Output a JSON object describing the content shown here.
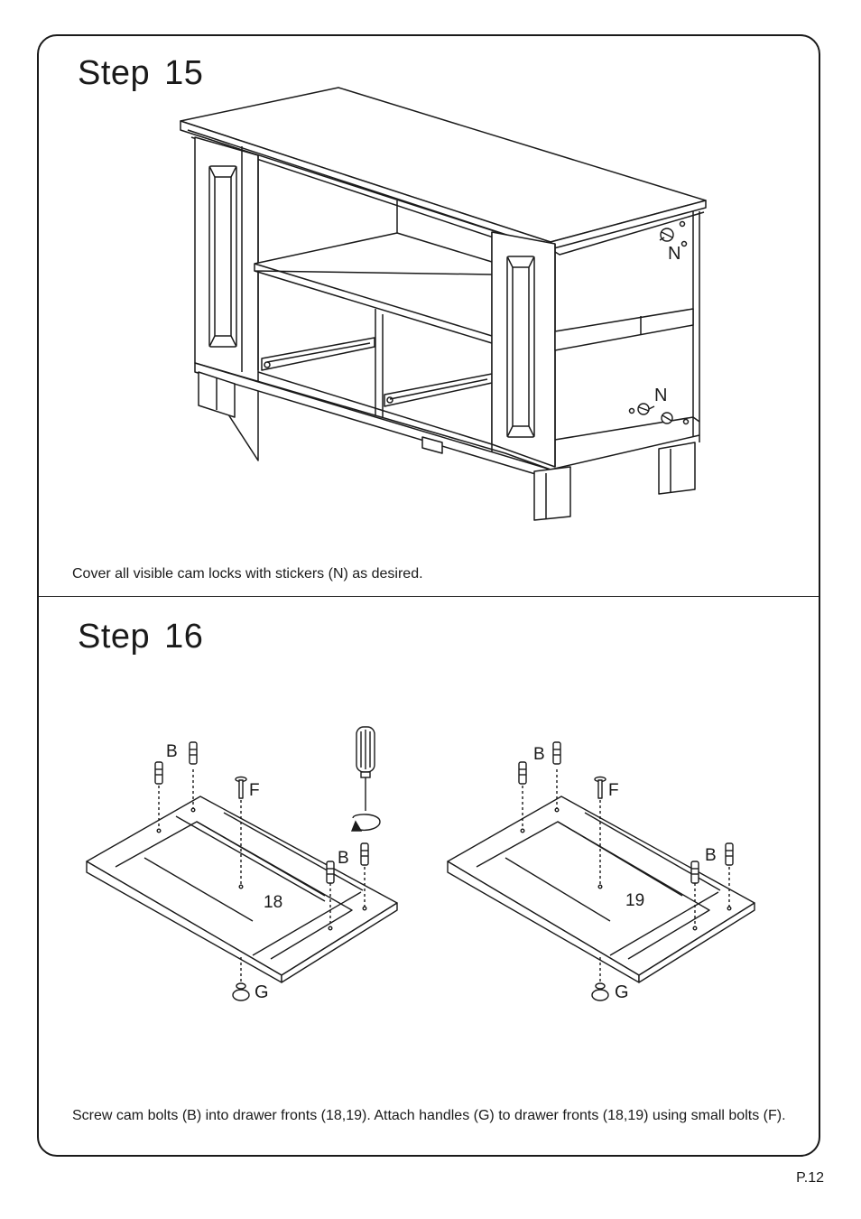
{
  "step15": {
    "title_word": "Step",
    "title_number": "15",
    "label_n_top": "N",
    "label_n_bottom": "N",
    "caption": "Cover all visible cam locks with stickers (N) as desired."
  },
  "step16": {
    "title_word": "Step",
    "title_number": "16",
    "left": {
      "label_b_top": "B",
      "label_f": "F",
      "label_b_side": "B",
      "part_number": "18",
      "label_g": "G"
    },
    "right": {
      "label_b_top": "B",
      "label_f": "F",
      "label_b_side": "B",
      "part_number": "19",
      "label_g": "G"
    },
    "caption": "Screw cam bolts (B) into drawer fronts (18,19). Attach handles (G) to drawer fronts (18,19) using small bolts (F)."
  },
  "page_number": "P.12",
  "icons": [
    "cam-lock-icon",
    "cam-bolt-icon",
    "small-bolt-icon",
    "handle-knob-icon",
    "screwdriver-icon",
    "rotate-arrow-icon"
  ]
}
